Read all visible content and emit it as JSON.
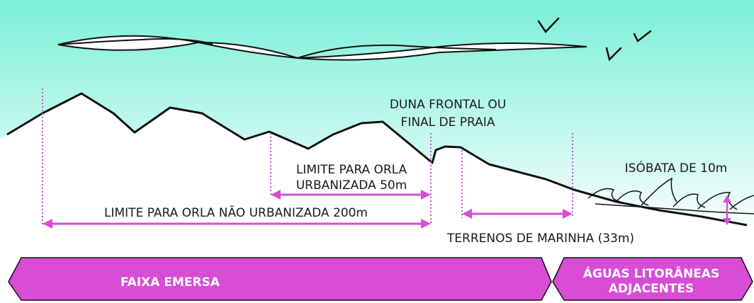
{
  "colors": {
    "sky_top": "#7af0d8",
    "sky_bottom": "#ffffff",
    "accent": "#d84cd6",
    "dotted_line": "#c05cc0",
    "ink": "#111111"
  },
  "labels": {
    "duna_line1": "DUNA FRONTAL OU",
    "duna_line2": "FINAL DE PRAIA",
    "limite50_line1": "LIMITE PARA ORLA",
    "limite50_line2": "URBANIZADA 50m",
    "limite200": "LIMITE PARA ORLA NÃO URBANIZADA 200m",
    "isobata": "ISÓBATA DE 10m",
    "terrenos": "TERRENOS DE MARINHA (33m)"
  },
  "bands": {
    "faixa_emersa": "FAIXA EMERSA",
    "aguas_line1": "ÁGUAS LITORÂNEAS",
    "aguas_line2": "ADJACENTES"
  },
  "icons": {
    "clouds": "cloud-sketch-icon",
    "birds": "bird-icon",
    "waves": "wave-sketch-icon"
  }
}
